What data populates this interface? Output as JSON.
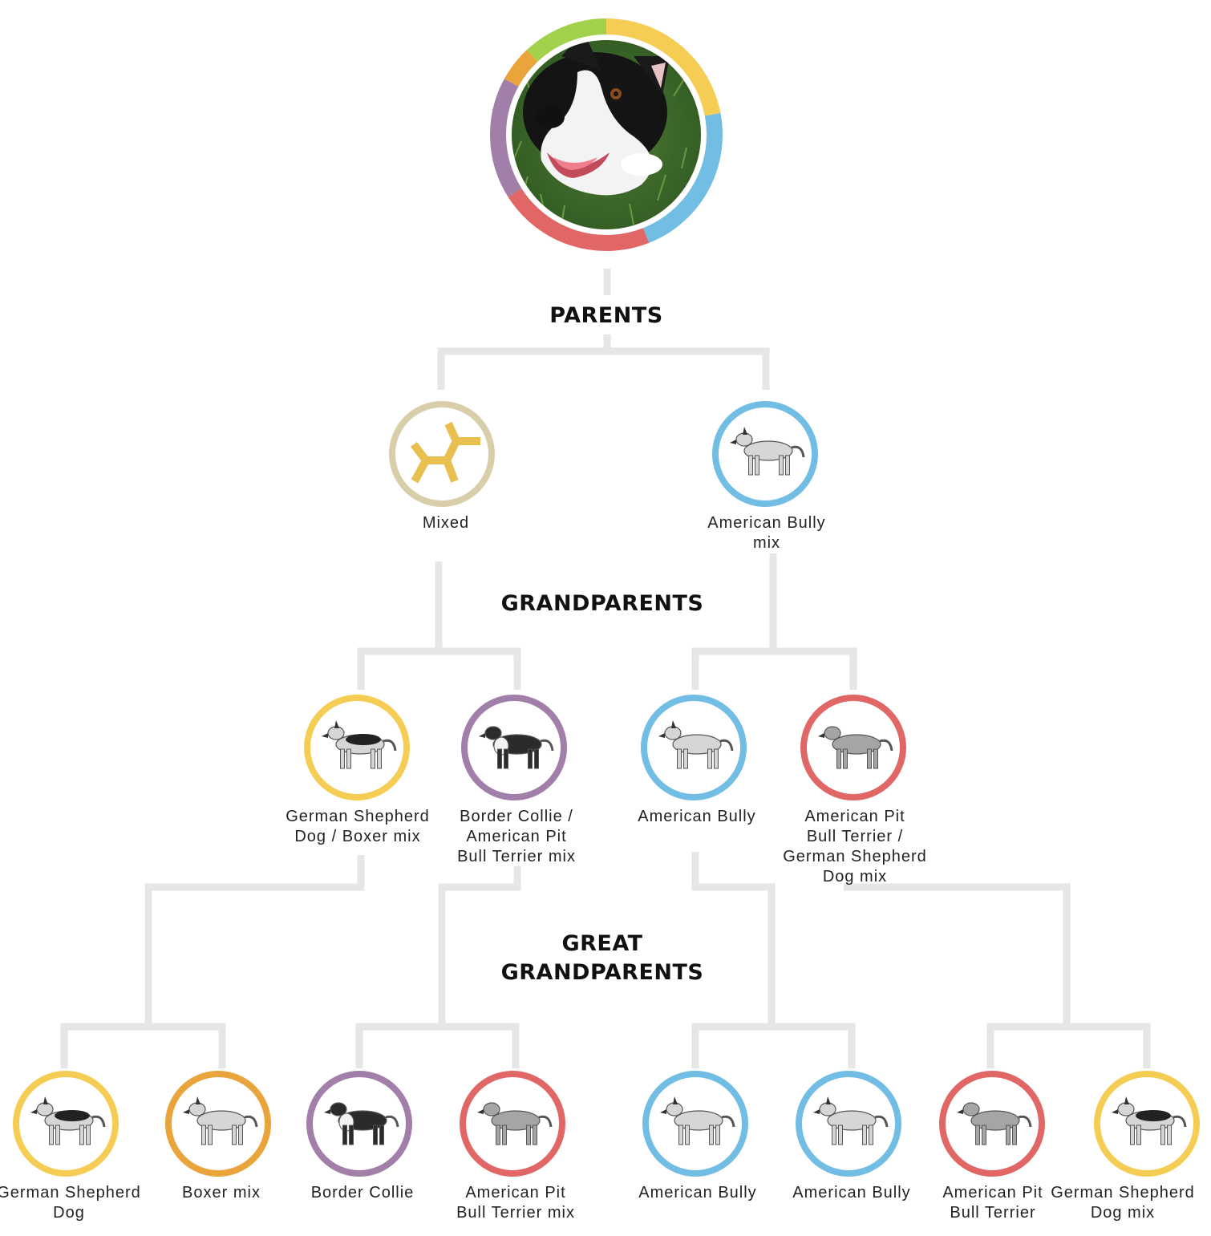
{
  "colors": {
    "connector": "#e6e6e6",
    "yellow": "#f5cd54",
    "blue": "#72bde3",
    "red": "#e06765",
    "purple": "#a17fa8",
    "orange": "#e9a43b",
    "green": "#a3d14b",
    "mixed_ring": "#d9ceaa",
    "mixed_icon": "#e7c04f"
  },
  "dog": {
    "photo_icon": "black-white-dog-photo",
    "ring_segments": [
      {
        "color": "#f5cd54",
        "fraction": 0.22
      },
      {
        "color": "#72bde3",
        "fraction": 0.22
      },
      {
        "color": "#e06765",
        "fraction": 0.22
      },
      {
        "color": "#a17fa8",
        "fraction": 0.17
      },
      {
        "color": "#e9a43b",
        "fraction": 0.05
      },
      {
        "color": "#a3d14b",
        "fraction": 0.12
      }
    ]
  },
  "sections": {
    "parents": "PARENTS",
    "grandparents": "GRANDPARENTS",
    "great_grandparents_line1": "GREAT",
    "great_grandparents_line2": "GRANDPARENTS"
  },
  "parents": [
    {
      "label": "Mixed",
      "ring": "#d9ceaa",
      "icon": "mixed-breed-icon"
    },
    {
      "label": "American Bully\nmix",
      "ring": "#72bde3",
      "icon": "american-bully-icon"
    }
  ],
  "grandparents": [
    {
      "label": "German Shepherd\nDog / Boxer mix",
      "ring": "#f5cd54",
      "icon": "german-shepherd-icon"
    },
    {
      "label": "Border Collie /\nAmerican Pit\nBull Terrier mix",
      "ring": "#a17fa8",
      "icon": "border-collie-icon"
    },
    {
      "label": "American Bully",
      "ring": "#72bde3",
      "icon": "american-bully-icon"
    },
    {
      "label": "American Pit\nBull Terrier /\nGerman Shepherd\nDog mix",
      "ring": "#e06765",
      "icon": "pit-bull-icon"
    }
  ],
  "great_grandparents": [
    {
      "label": "German Shepherd\nDog",
      "ring": "#f5cd54",
      "icon": "german-shepherd-icon"
    },
    {
      "label": "Boxer mix",
      "ring": "#e9a43b",
      "icon": "boxer-icon"
    },
    {
      "label": "Border Collie",
      "ring": "#a17fa8",
      "icon": "border-collie-icon"
    },
    {
      "label": "American Pit\nBull Terrier mix",
      "ring": "#e06765",
      "icon": "pit-bull-icon"
    },
    {
      "label": "American Bully",
      "ring": "#72bde3",
      "icon": "american-bully-icon"
    },
    {
      "label": "American Bully",
      "ring": "#72bde3",
      "icon": "american-bully-icon"
    },
    {
      "label": "American Pit\nBull Terrier",
      "ring": "#e06765",
      "icon": "pit-bull-icon"
    },
    {
      "label": "German Shepherd\nDog mix",
      "ring": "#f5cd54",
      "icon": "german-shepherd-icon"
    }
  ]
}
